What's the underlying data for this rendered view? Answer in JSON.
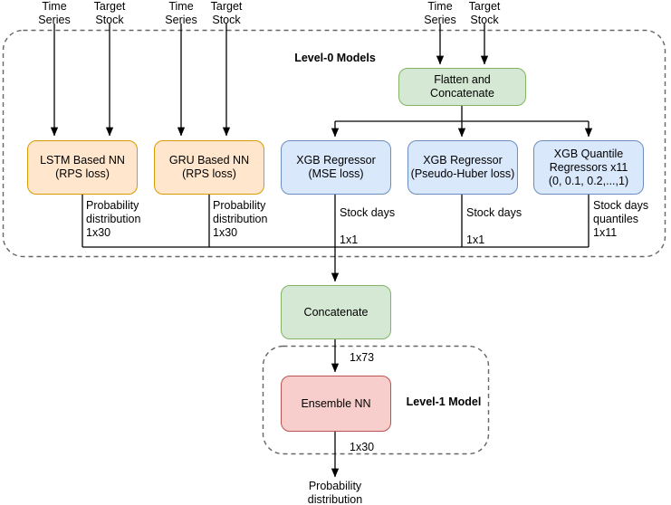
{
  "diagram": {
    "title": "Two-level stacked ensemble model architecture",
    "colors": {
      "orange_fill": "#ffe6cc",
      "orange_stroke": "#d79b00",
      "blue_fill": "#dae8fc",
      "blue_stroke": "#6c8ebf",
      "green_fill": "#d5e8d4",
      "green_stroke": "#82b366",
      "red_fill": "#f8cecc",
      "red_stroke": "#b85450",
      "line": "#000000",
      "dashed_container": "#666666"
    },
    "containers": [
      {
        "id": "level0",
        "label": "Level-0 Models"
      },
      {
        "id": "level1",
        "label": "Level-1 Model"
      }
    ],
    "inputs": [
      {
        "id": "in1",
        "label": "Time\nSeries"
      },
      {
        "id": "in2",
        "label": "Target\nStock"
      },
      {
        "id": "in3",
        "label": "Time\nSeries"
      },
      {
        "id": "in4",
        "label": "Target\nStock"
      },
      {
        "id": "in5",
        "label": "Time\nSeries"
      },
      {
        "id": "in6",
        "label": "Target\nStock"
      }
    ],
    "nodes": [
      {
        "id": "flatten",
        "label": "Flatten and Concatenate",
        "color": "green"
      },
      {
        "id": "lstm",
        "label": "LSTM Based NN\n(RPS loss)",
        "color": "orange"
      },
      {
        "id": "gru",
        "label": "GRU Based NN\n(RPS loss)",
        "color": "orange"
      },
      {
        "id": "xgb_mse",
        "label": "XGB Regressor\n(MSE loss)",
        "color": "blue"
      },
      {
        "id": "xgb_huber",
        "label": "XGB Regressor\n(Pseudo-Huber loss)",
        "color": "blue"
      },
      {
        "id": "xgb_quantile",
        "label": "XGB Quantile\nRegressors x11\n(0, 0.1, 0.2,...,1)",
        "color": "blue"
      },
      {
        "id": "concatenate",
        "label": "Concatenate",
        "color": "green"
      },
      {
        "id": "ensemble",
        "label": "Ensemble NN",
        "color": "red"
      }
    ],
    "edge_labels": [
      {
        "id": "lstm_out",
        "label": "Probability\ndistribution\n  1x30"
      },
      {
        "id": "gru_out",
        "label": "Probability\ndistribution\n  1x30"
      },
      {
        "id": "xgb_mse_out",
        "label": "Stock days\n\n  1x1"
      },
      {
        "id": "xgb_huber_out",
        "label": "Stock days\n\n  1x1"
      },
      {
        "id": "xgb_quantile_out",
        "label": "Stock days\nquantiles\n  1x11"
      },
      {
        "id": "concat_to_ensemble",
        "label": "1x73"
      },
      {
        "id": "ensemble_out",
        "label": "1x30"
      }
    ],
    "final_output": {
      "id": "final",
      "label": "Probability\ndistribution"
    }
  }
}
